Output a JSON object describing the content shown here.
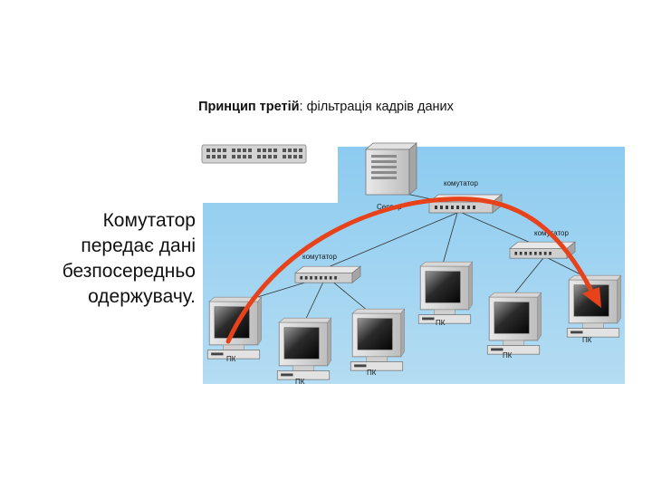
{
  "title": {
    "bold": "Принцип третій",
    "rest": ": фільтрація кадрів даних"
  },
  "side_text": [
    "Комутатор",
    "передає дані",
    "безпосередньо",
    "одержувачу."
  ],
  "labels": {
    "server": "Сервер",
    "switch_top": "комутатор",
    "switch_left": "комутатор",
    "switch_right": "комутатор",
    "pc": "ПК"
  },
  "colors": {
    "background": "#9fd0ec",
    "arrow": "#e8421b"
  }
}
